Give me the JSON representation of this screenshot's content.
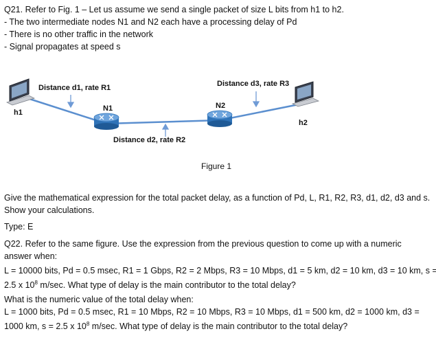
{
  "q21": {
    "title": "Q21. Refer to Fig. 1 – Let us assume we send a single packet of size L bits from h1 to h2.",
    "bullets": [
      "- The two intermediate nodes N1 and N2 each have a processing delay of Pd",
      "- There is no other traffic in the network",
      "- Signal propagates at speed s"
    ],
    "question": "Give the mathematical expression for the total packet delay, as a function of Pd, L, R1, R2, R3, d1, d2, d3 and s.  Show your calculations.",
    "type": "Type: E"
  },
  "figure": {
    "h1": "h1",
    "h2": "h2",
    "n1": "N1",
    "n2": "N2",
    "link1": "Distance d1, rate R1",
    "link2": "Distance d2, rate R2",
    "link3": "Distance d3, rate R3",
    "caption": "Figure 1"
  },
  "q22": {
    "title": "Q22. Refer to the same figure. Use the expression from the previous question to come up with a numeric answer when:",
    "case1_a": "L = 10000 bits, Pd = 0.5 msec, R1 = 1 Gbps, R2 = 2 Mbps, R3 = 10 Mbps, d1 = 5 km, d2 = 10 km, d3 = 10 km, s =",
    "case1_b_pre": "2.5 x 10",
    "exp": "8",
    "case1_b_post": " m/sec. What type of delay is the main contributor to the total delay?",
    "numeric_q": "What is the numeric value of the total delay when:",
    "case2_a": "L = 1000 bits, Pd = 0.5 msec, R1 = 10 Mbps, R2 = 10 Mbps, R3 = 10 Mbps, d1 = 500 km, d2 = 1000 km, d3 =",
    "case2_b_pre": "1000 km, s = 2.5 x 10",
    "case2_b_post": " m/sec. What type of delay is the main contributor to the total delay?"
  }
}
